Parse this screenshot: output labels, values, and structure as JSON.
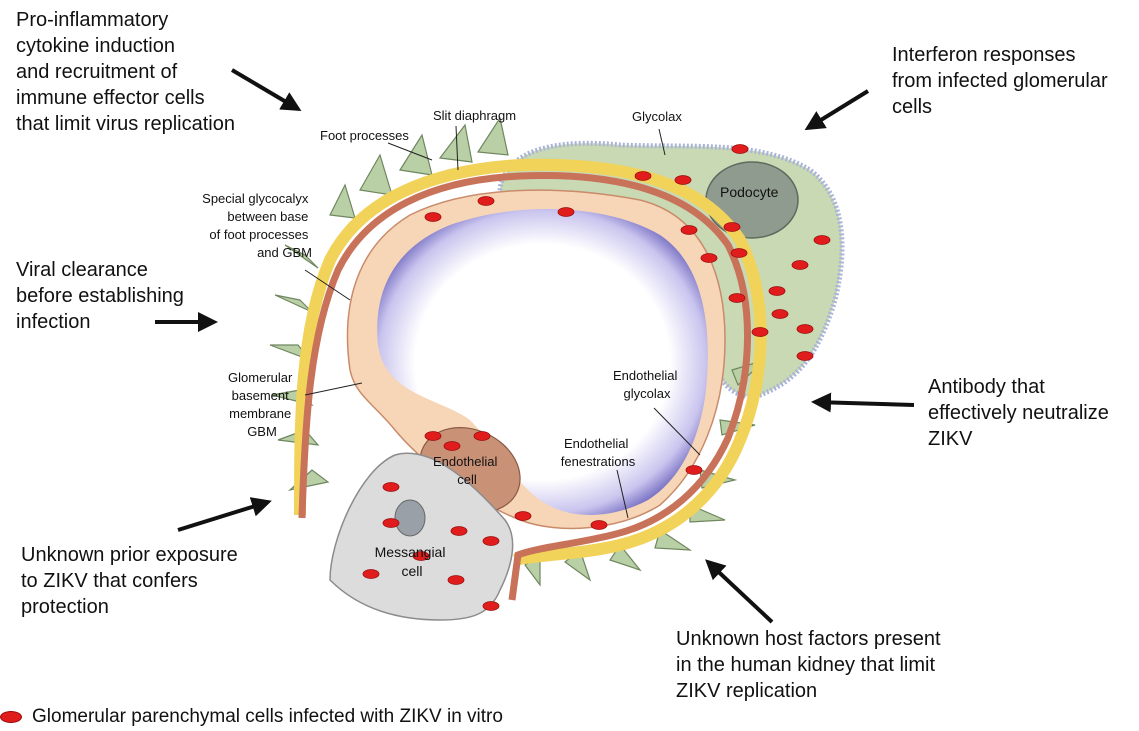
{
  "callouts": {
    "pro_inflammatory": "Pro-inflammatory\ncytokine induction\nand recruitment of\nimmune effector cells\nthat limit virus replication",
    "interferon": "Interferon responses\nfrom infected glomerular\ncells",
    "viral_clearance": "Viral clearance\nbefore establishing\ninfection",
    "antibody": "Antibody that\neffectively neutralize\nZIKV",
    "prior_exposure": "Unknown prior exposure\nto ZIKV that confers\nprotection",
    "host_factors": "Unknown host factors present\nin the human kidney that limit\nZIKV replication"
  },
  "labels": {
    "foot_processes": "Foot processes",
    "slit_diaphragm": "Slit diaphragm",
    "glycolax": "Glycolax",
    "podocyte": "Podocyte",
    "special_glycocalyx": [
      "Special glycocalyx",
      "between base",
      "of foot processes",
      "and GBM"
    ],
    "gbm": [
      "Glomerular",
      "basement",
      "membrane",
      "GBM"
    ],
    "endothelial_glycolax": [
      "Endothelial",
      "glycolax"
    ],
    "endothelial_fenestrations": [
      "Endothelial",
      "fenestrations"
    ],
    "endothelial_cell": [
      "Endothelial",
      "cell"
    ],
    "messangial_cell": [
      "Messangial",
      "cell"
    ]
  },
  "legend": {
    "text": "Glomerular parenchymal cells infected with ZIKV in vitro",
    "marker_color": "#e01c1c"
  },
  "colors": {
    "infected_marker": "#e01c1c",
    "podocyte_fill": "#c8d9b4",
    "gbm": "#c9725a",
    "endothelium": "#f7d6b8",
    "lumen_rim": "#8f8ad0",
    "mesangial_fill": "#dcdcdc",
    "glycocalyx": "#aab3d8"
  }
}
